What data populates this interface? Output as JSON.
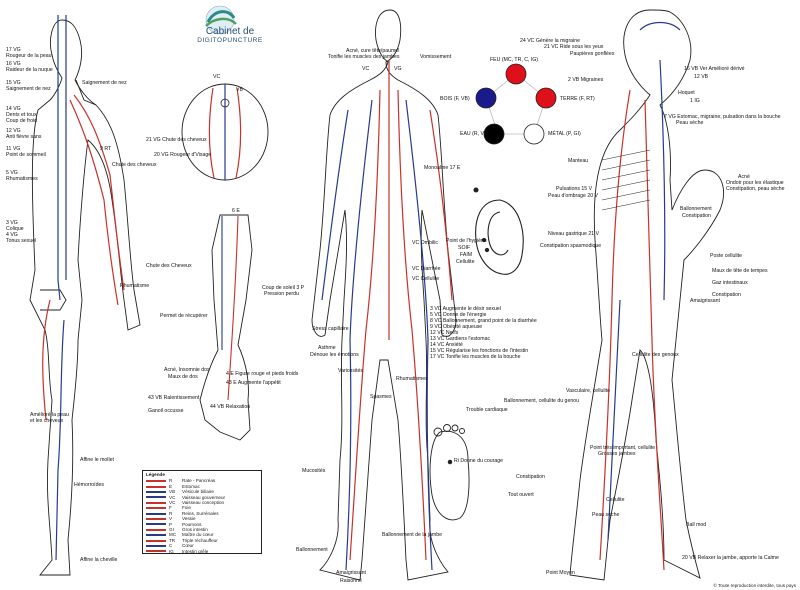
{
  "brand": {
    "line1": "Cabinet de",
    "line2": "DIGITOPUNCTURE"
  },
  "colors": {
    "yang": "#c8322a",
    "yin": "#283a8c",
    "ink": "#1a1a1a"
  },
  "five_elements": [
    {
      "label": "FEU (MC, TR, C, IG)",
      "color": "#e0101a"
    },
    {
      "label": "TERRE (F, RT)",
      "color": "#e0101a"
    },
    {
      "label": "MÉTAL (P, GI)",
      "color": "#ffffff"
    },
    {
      "label": "EAU (R, V)",
      "color": "#000000"
    },
    {
      "label": "BOIS (F, VB)",
      "color": "#1a1a8c"
    }
  ],
  "left_labels": {
    "top": [
      "17 VG",
      "Rougeur de la peau",
      "16 VG",
      "Raideur de la nuque",
      "15 VG",
      "Saignement de nez",
      "14 VG",
      "Dents et toux",
      "Coup de froid",
      "12 VG",
      "Anti fièvre sans",
      "11 VG",
      "Point de sommeil",
      "5 VG",
      "Rhumatismes",
      "3 VG",
      "Colique",
      "4 VG",
      "Tonus sexuel"
    ],
    "body": [
      "Saignement de nez",
      "9 RT",
      "Chute des cheveux",
      "Chute des Cheveux",
      "Rhumatisme",
      "Permet de récupérer",
      "Amélioré la peau",
      "et les cheveux",
      "Affine le mollet",
      "Hémorroïdes",
      "Affine la cheville"
    ]
  },
  "head_labels": [
    "VC",
    "VB",
    "21 VG Chute des cheveux",
    "20 VG Rougeur d'Visage"
  ],
  "hand_labels": [
    "6 E",
    "Acné, Insomnie dos",
    "Maux de dos",
    "4 E Figure rouge et pieds froids",
    "43 E Augmente l'appétit",
    "43 VB Ralentissement",
    "44 VB Relaxation",
    "Ganoil occusse"
  ],
  "front_labels": [
    "Acné, cure tête/paumel",
    "Tonifie les muscles des jambes",
    "Vomissement",
    "VC",
    "VG",
    "Monoalme 17 E",
    "Coup de soleil 3 P",
    "Pression perdu",
    "VC Ombilic",
    "VC Diarrhée",
    "VC Cellulite",
    "Stress capillaire",
    "Asthme",
    "Dénoue les émotions",
    "Varicosités",
    "Rhumatismes",
    "Spasmes",
    "Mucosités",
    "Ballonnement",
    "Amaigrissant",
    "Raisonné",
    "Ballonnement de la jambe"
  ],
  "center_list": [
    "3 VC Augmente le désir sexuel",
    "5 VC Donne de l'énergie",
    "8 VC Ballonnement, grand point de la diarrhée",
    "9 VC Obésité aqueuse",
    "12 VC Nerfs",
    "13 VC Gardiens l'estomac",
    "14 VC Anxiété",
    "15 VC Régularise les fonctions de l'intestin",
    "17 VC Tonifie les muscles de la bouche"
  ],
  "ear_labels": [
    "Point de l'hygiène",
    "SOIF",
    "FAIM",
    "Cellulite"
  ],
  "side_labels": [
    "24 VC Génère la migraine",
    "21 VC Ride sous les yeux",
    "Paupières gonflées",
    "16 VB Ver Amélioré dérivé",
    "12 VB",
    "2 VB Migraines",
    "Hoquet",
    "1 IG",
    "7 VG Estomac, migraine, pulsation dans la bouche",
    "Peau sèche",
    "Manteau",
    "Acné",
    "Ondoir pour les élastique",
    "Constipation, peau sèche",
    "Pulsations 15 V",
    "Peau d'ombrage 20 V",
    "Niveau gastrique 21 V",
    "Constipation spasmodique",
    "Ballonnement",
    "Constipation",
    "Poste cellulite",
    "Maux de tête de tempes",
    "Gaz intestinaux",
    "Constipation",
    "Amaigrissant",
    "Cellulite des genoux",
    "Vasculaire, cellulite",
    "Ballonnement, cellulite du genou",
    "Trouble cardiaque",
    "Point très important, cellulite",
    "Grosses jambes",
    "Constipation",
    "Tout ouvert",
    "Cellulite",
    "Peau sèche",
    "Ball mod",
    "Point Moyen",
    "20 VB Relaxer la jambe, apporte la Calme"
  ],
  "foot_label": "Ri Donne du courage",
  "legend": {
    "title": "Légende",
    "rows": [
      {
        "ab": "R",
        "text": "Rate - Pancréas",
        "color": "#c8322a"
      },
      {
        "ab": "E",
        "text": "Estomac",
        "color": "#c8322a"
      },
      {
        "ab": "VB",
        "text": "Vésicule biliaire",
        "color": "#283a8c"
      },
      {
        "ab": "VC",
        "text": "Vaisseau gouverneur",
        "color": "#283a8c"
      },
      {
        "ab": "VC",
        "text": "Vaisseau conception",
        "color": "#c8322a"
      },
      {
        "ab": "F",
        "text": "Foie",
        "color": "#c8322a"
      },
      {
        "ab": "R",
        "text": "Reins, Surrénales",
        "color": "#283a8c"
      },
      {
        "ab": "V",
        "text": "Vessie",
        "color": "#c8322a"
      },
      {
        "ab": "P",
        "text": "Poumons",
        "color": "#283a8c"
      },
      {
        "ab": "GI",
        "text": "Gros intestin",
        "color": "#c8322a"
      },
      {
        "ab": "MC",
        "text": "Maître du cœur",
        "color": "#283a8c"
      },
      {
        "ab": "TR",
        "text": "Triple réchauffeur",
        "color": "#c8322a"
      },
      {
        "ab": "C",
        "text": "Cœur",
        "color": "#283a8c"
      },
      {
        "ab": "IG",
        "text": "Intestin grêle",
        "color": "#c8322a"
      }
    ]
  },
  "footer": "© Toute reproduction interdite, tous pays"
}
